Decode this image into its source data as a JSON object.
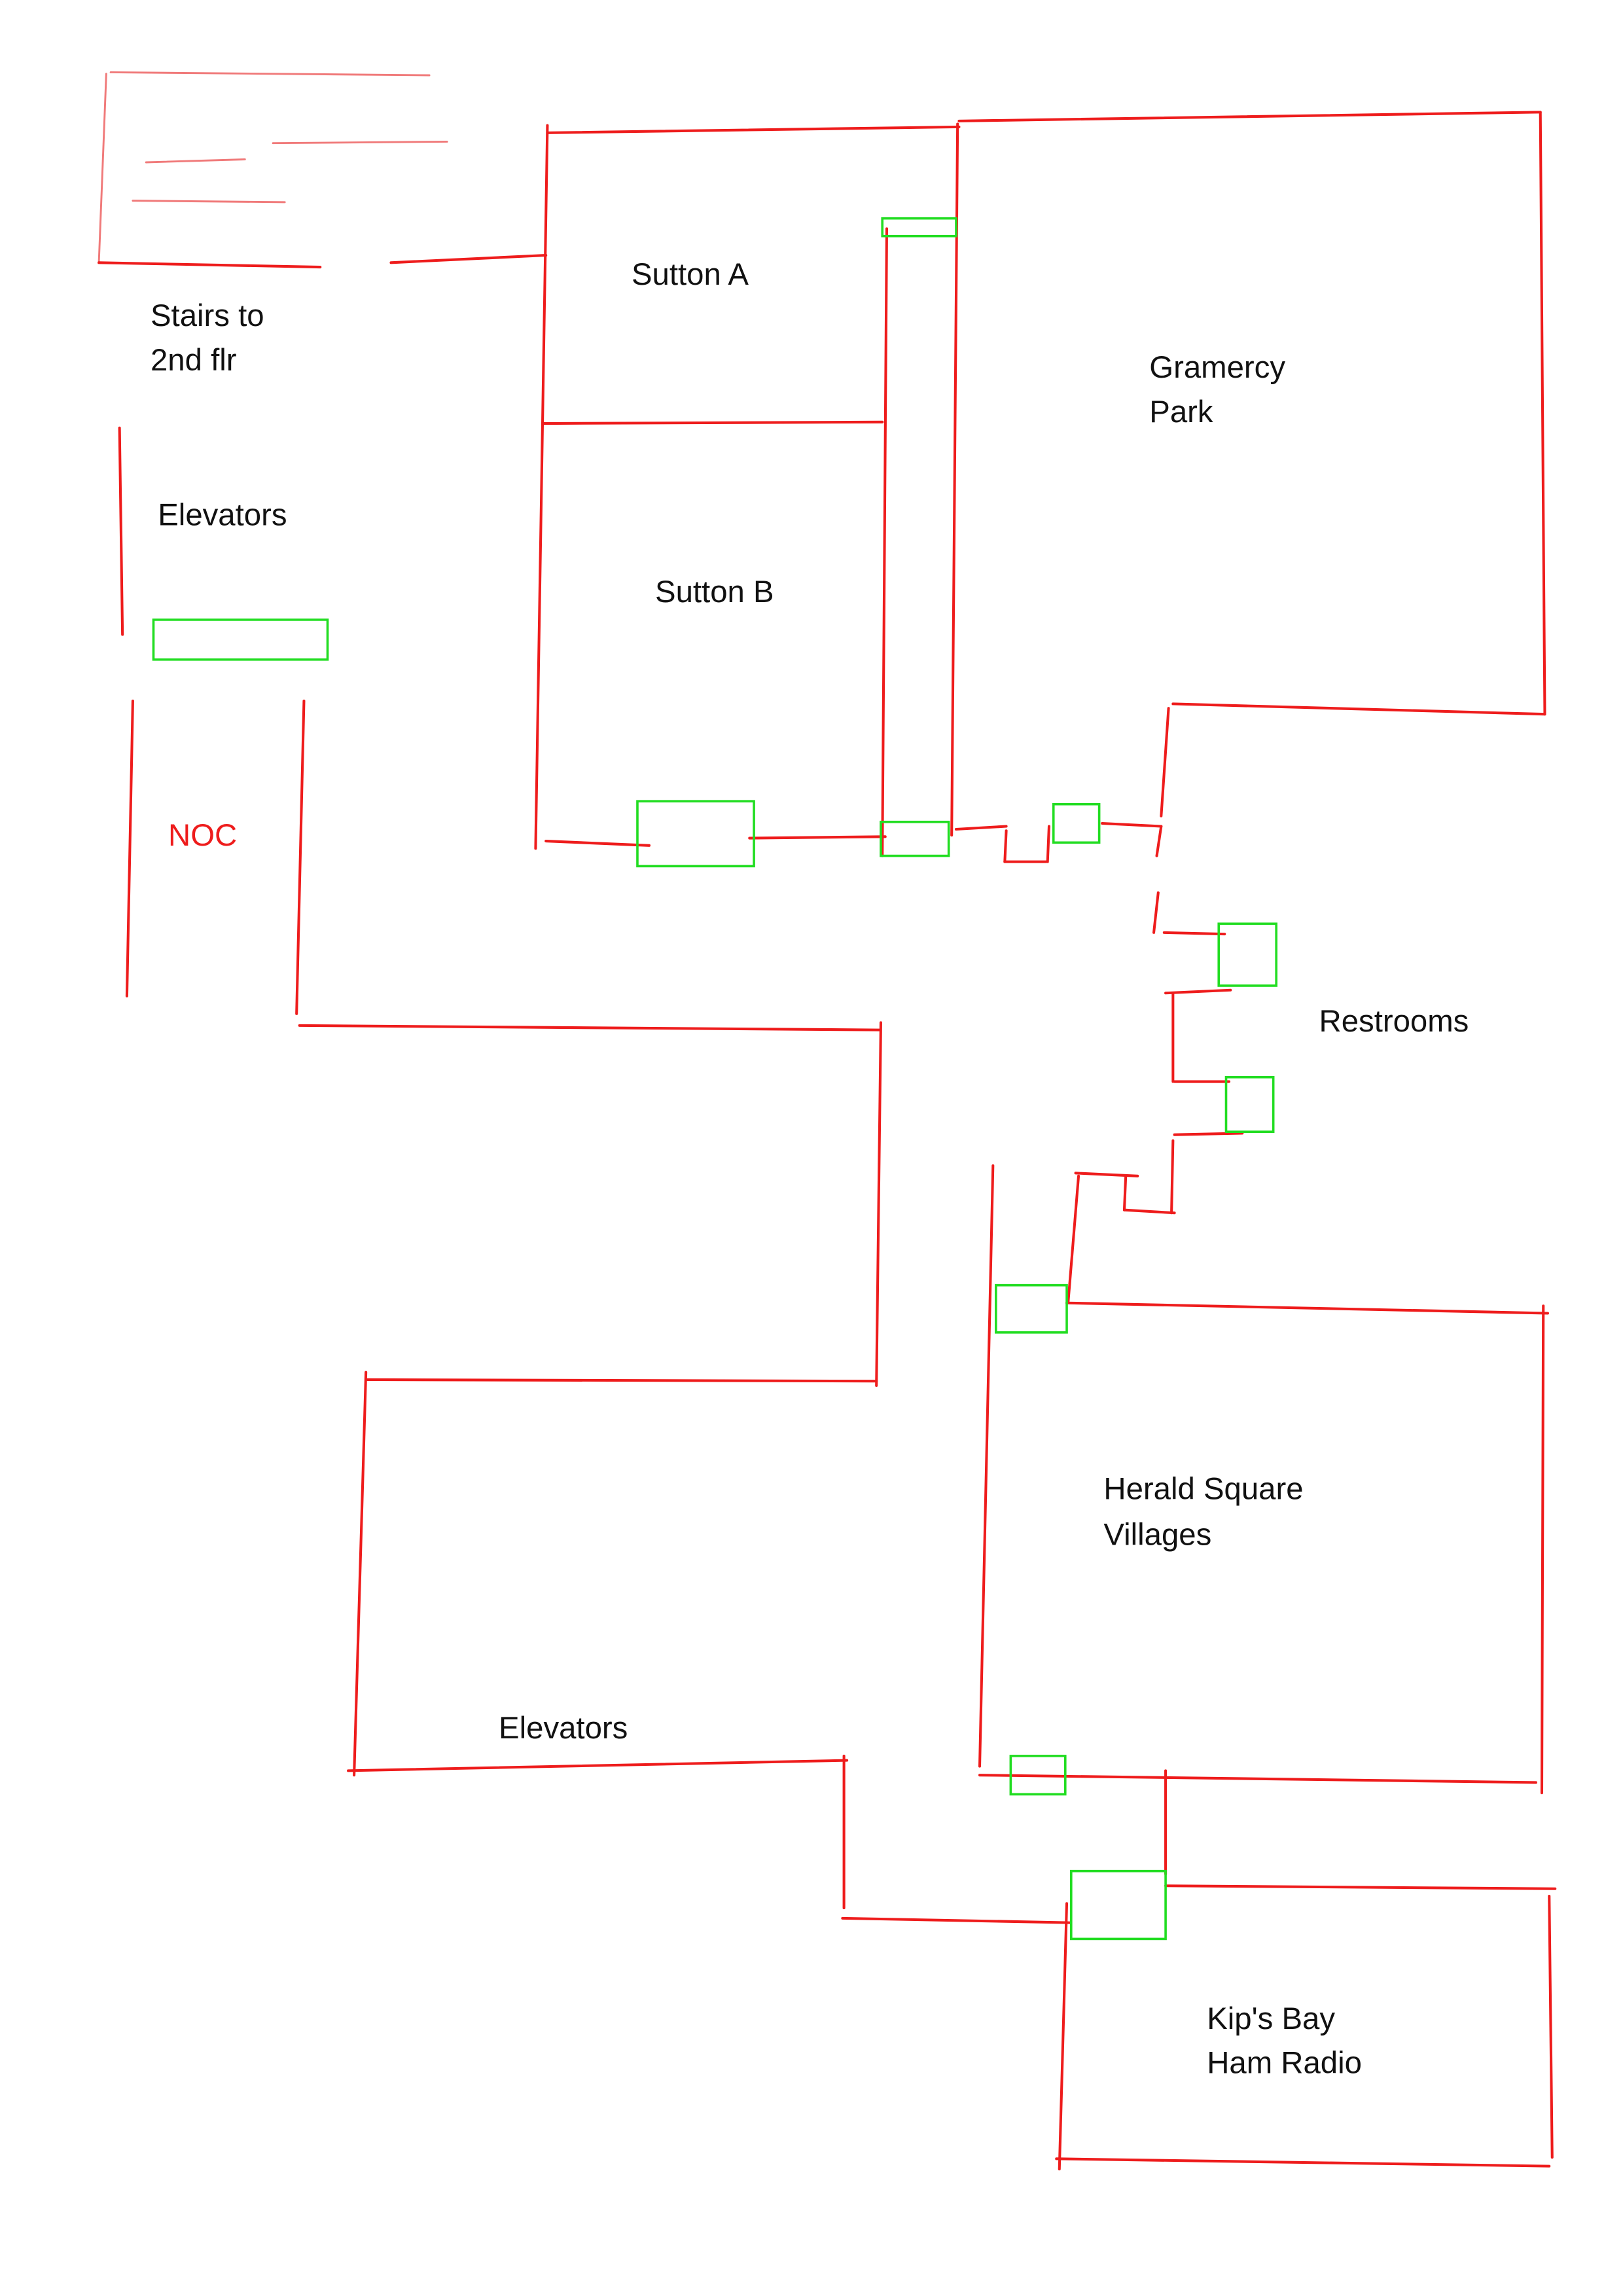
{
  "labels": {
    "stairs": [
      "Stairs to",
      "2nd flr"
    ],
    "elevators_top": "Elevators",
    "noc": "NOC",
    "sutton_a": "Sutton A",
    "sutton_b": "Sutton B",
    "gramercy": [
      "Gramercy",
      "Park"
    ],
    "restrooms": "Restrooms",
    "herald": [
      "Herald Square",
      "Villages"
    ],
    "elevators_bottom": "Elevators",
    "kips_bay": [
      "Kip's Bay",
      "Ham Radio"
    ]
  },
  "colors": {
    "wall": "#ee1c1c",
    "stairs": "#f07a7a",
    "door": "#22dd22",
    "text": "#111111",
    "noc": "#ee1c1c"
  }
}
